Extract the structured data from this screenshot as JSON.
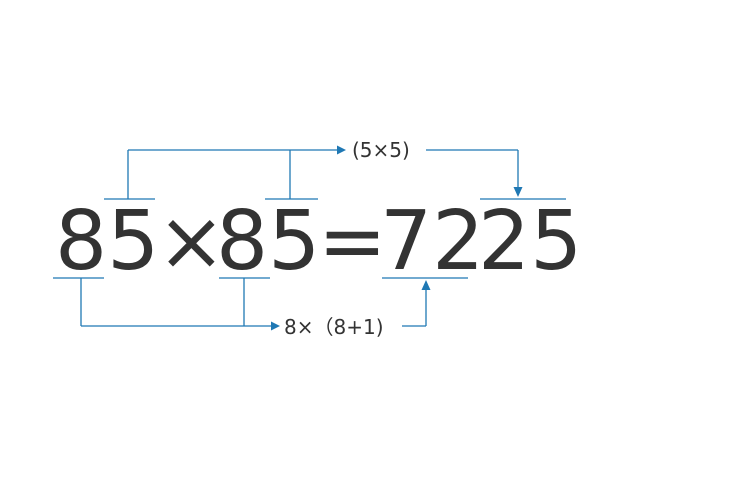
{
  "equation": {
    "left_operand": "85",
    "times_sign": "×",
    "right_operand": "85",
    "equals_sign": "=",
    "result_front": "72",
    "result_back": "25"
  },
  "annotations": {
    "top_rule": "(5×5)",
    "bottom_rule": "8×（8+1)"
  },
  "colors": {
    "digits": "#333333",
    "connectors": "#1f78b4"
  }
}
